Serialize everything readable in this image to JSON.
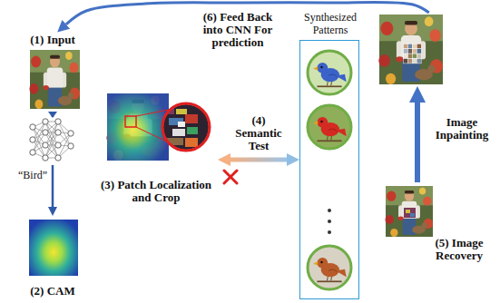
{
  "diagram": {
    "nodes": [
      {
        "text": [
          "(1) Input"
        ]
      },
      {
        "text": [
          "(2) CAM"
        ]
      },
      {
        "text": [
          "(3) Patch Localization and Crop"
        ]
      },
      {
        "text": [
          "Synthesized Patterns"
        ]
      },
      {
        "text": []
      },
      {
        "text": [
          "(5) Image Recovery"
        ]
      }
    ],
    "edges": [
      {
        "from": 0,
        "to": 1,
        "arrow": "to",
        "label": "“Bird”"
      },
      {
        "from": 2,
        "to": 3,
        "arrow": "both",
        "label": "(4) Semantic Test"
      },
      {
        "from": 5,
        "to": 4,
        "arrow": "to",
        "label": "Image Inpainting"
      },
      {
        "from": 4,
        "to": 0,
        "arrow": "to",
        "label": "(6) Feed Back into CNN For prediction"
      }
    ]
  }
}
